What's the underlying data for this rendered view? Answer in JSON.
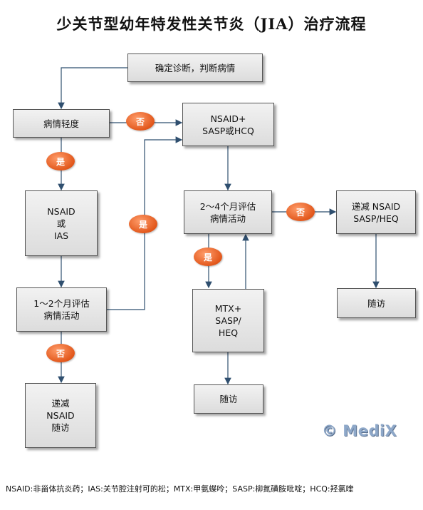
{
  "title": "少关节型幼年特发性关节炎（JIA）治疗流程",
  "nodes": {
    "diagnosis": "确定诊断，判断病情",
    "severity": "病情轻度",
    "nsaid_sasp_hcq": "NSAID+\nSASP或HCQ",
    "nsaid_or_ias": "NSAID\n或\nIAS",
    "eval_1_2": "1～2个月评估\n病情活动",
    "taper_nsaid": "递减\nNSAID\n随访",
    "eval_2_4": "2～4个月评估\n病情活动",
    "taper_nsaid_sasp": "递减  NSAID\nSASP/HEQ",
    "followup_right": "随访",
    "mtx": "MTX+\nSASP/\nHEQ",
    "followup_mid": "随访"
  },
  "badges": {
    "no_1": "否",
    "yes_1": "是",
    "yes_2": "是",
    "no_2": "否",
    "yes_3": "是",
    "no_3": "否"
  },
  "logo": "© MediX",
  "footnote": "NSAID:非甾体抗炎药；IAS:关节腔注射可的松；MTX:甲氨蝶呤；SASP:柳氮磺胺吡啶；HCQ:羟氯喹"
}
